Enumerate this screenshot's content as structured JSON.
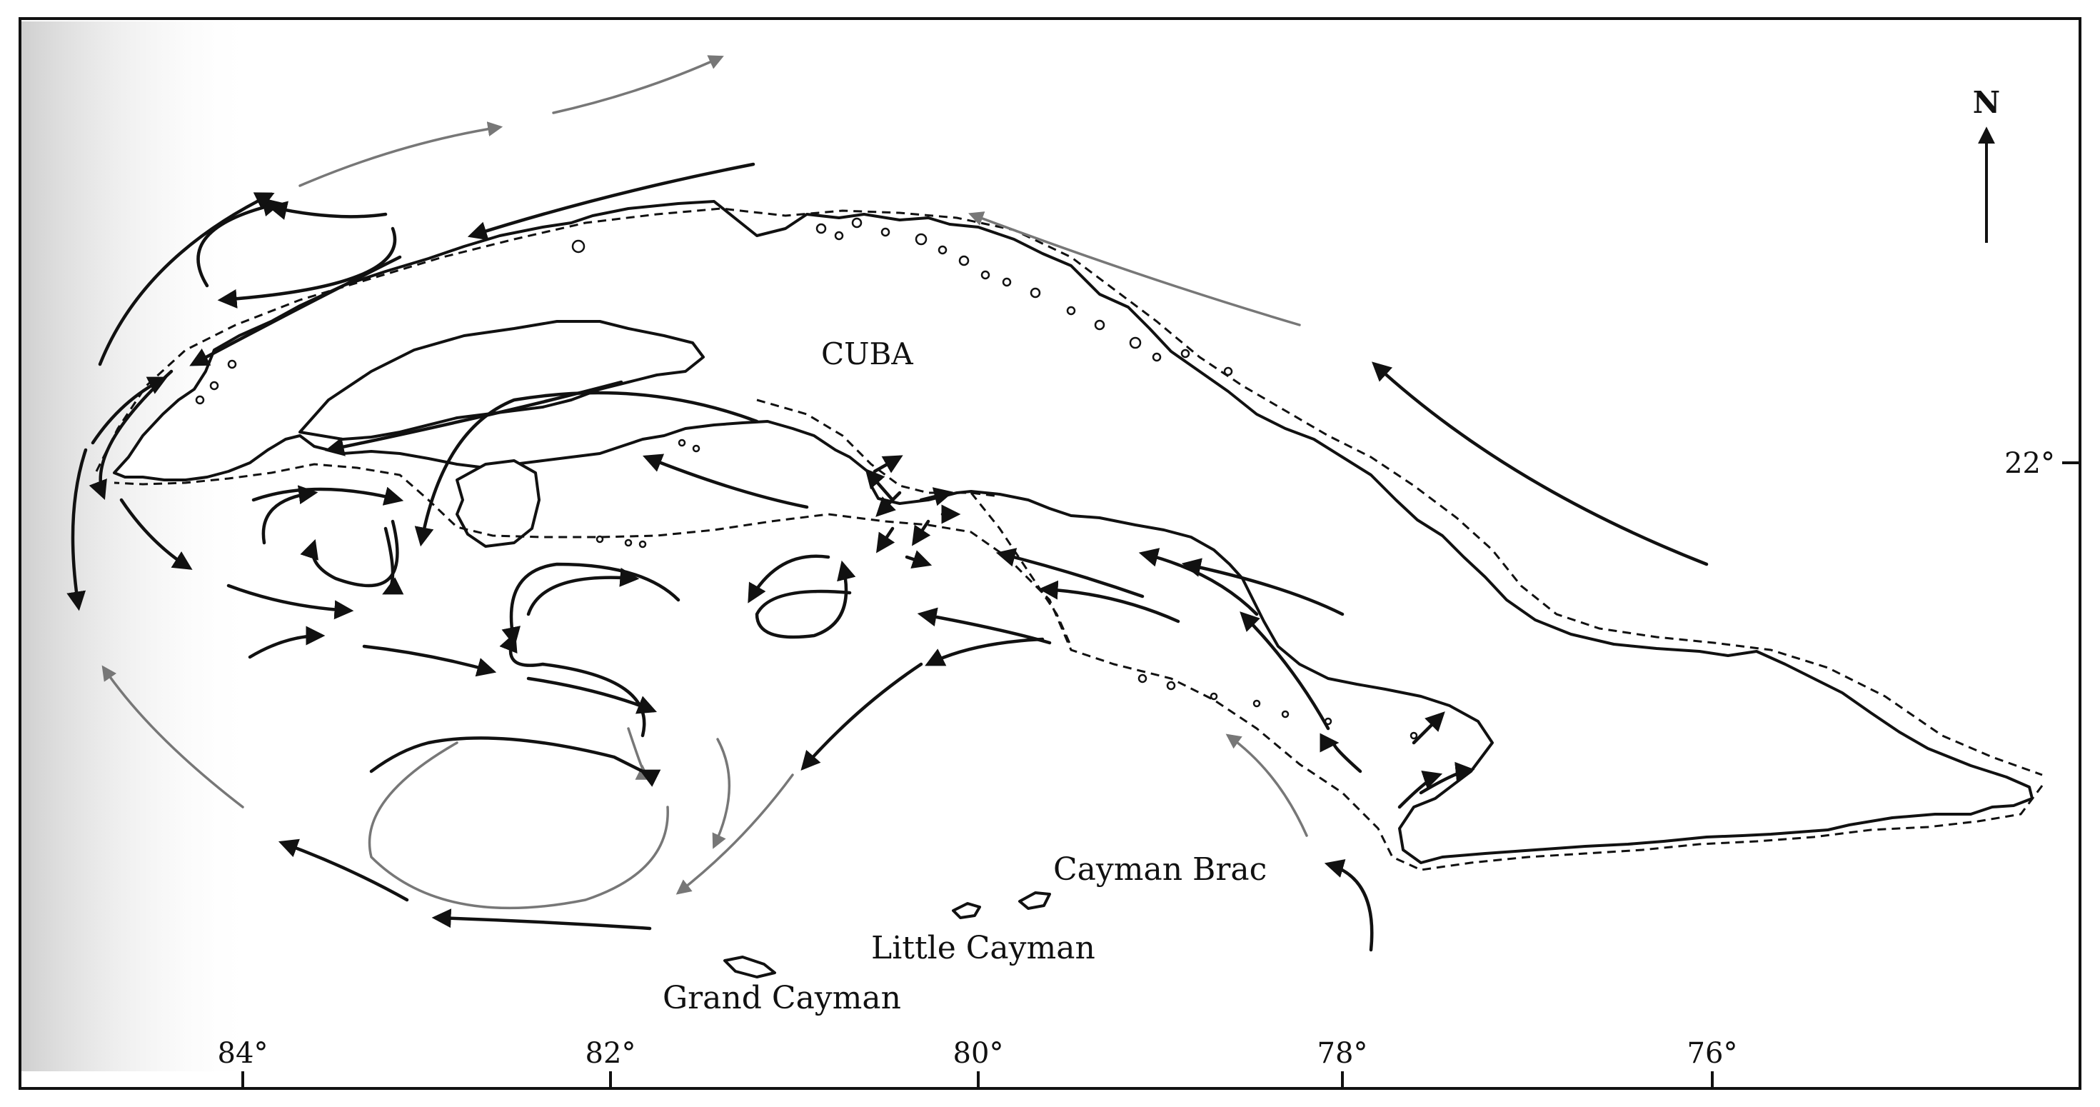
{
  "places": {
    "cuba": "CUBA",
    "cayman_brac": "Cayman Brac",
    "little_cayman": "Little Cayman",
    "grand_cayman": "Grand Cayman"
  },
  "north_label": "N",
  "longitude_ticks": [
    "84°",
    "82°",
    "80°",
    "78°",
    "76°"
  ],
  "latitude_ticks": [
    "22°"
  ],
  "colors": {
    "ink": "#111111",
    "faint_ink": "#777777",
    "paper": "#ffffff"
  }
}
